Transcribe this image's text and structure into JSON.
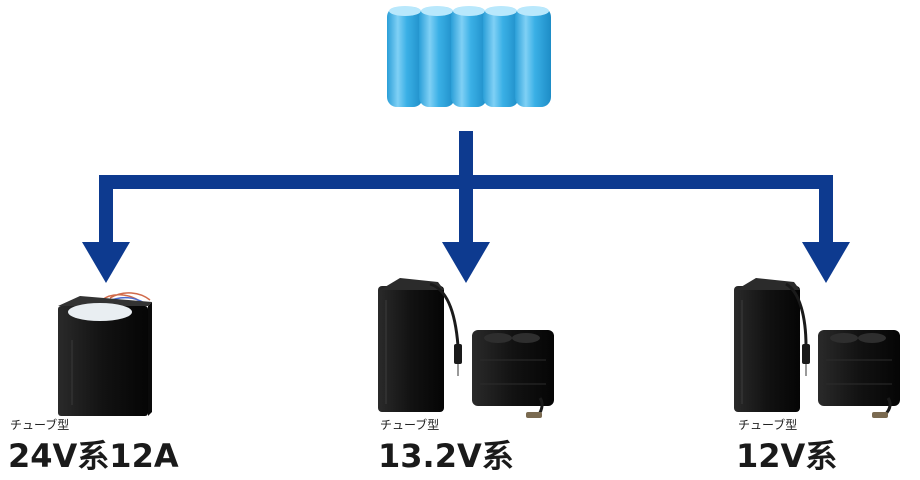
{
  "colors": {
    "arrow": "#0d3a8f",
    "cell_blue": "#3ab0e6",
    "cell_light": "#a6e0fa",
    "pack_black": "#141414"
  },
  "source": {
    "icon": "cylindrical-cells-icon",
    "cell_count": 5
  },
  "products": [
    {
      "caption": "チューブ型",
      "voltage": "24V系12A",
      "icon": "tube-battery-pack-icon"
    },
    {
      "caption": "チューブ型",
      "voltage": "13.2V系",
      "icon": "tube-battery-pack-with-cable-icon"
    },
    {
      "caption": "チューブ型",
      "voltage": "12V系",
      "icon": "tube-battery-pack-with-cable-icon"
    }
  ]
}
